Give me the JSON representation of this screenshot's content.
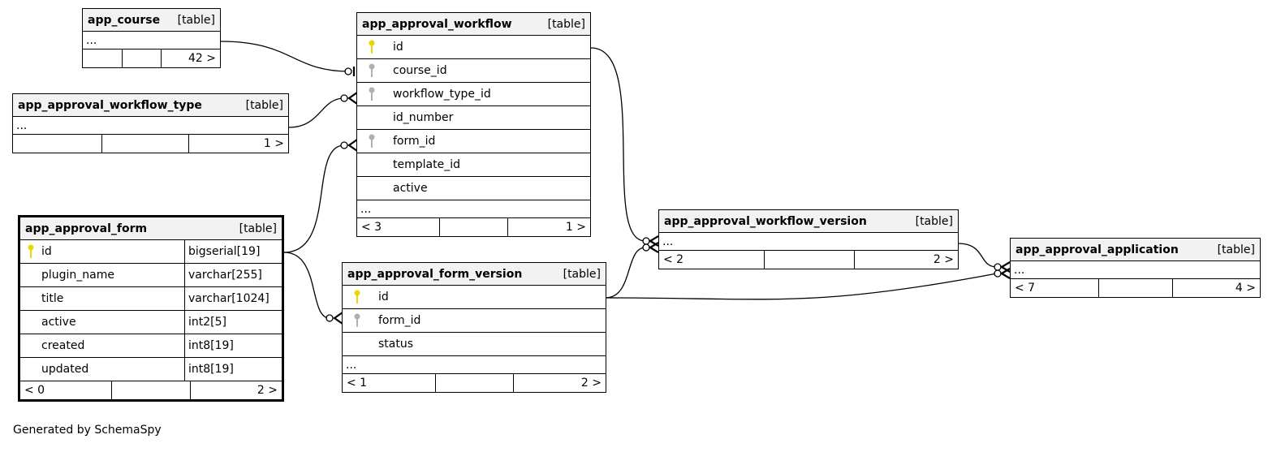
{
  "tables": {
    "course": {
      "name": "app_course",
      "type": "[table]",
      "more": "...",
      "foot": [
        "",
        "",
        "42 >"
      ]
    },
    "workflow_type": {
      "name": "app_approval_workflow_type",
      "type": "[table]",
      "more": "...",
      "foot": [
        "",
        "",
        "1 >"
      ]
    },
    "workflow": {
      "name": "app_approval_workflow",
      "type": "[table]",
      "columns": [
        "id",
        "course_id",
        "workflow_type_id",
        "id_number",
        "form_id",
        "template_id",
        "active"
      ],
      "more": "...",
      "foot": [
        "< 3",
        "",
        "1 >"
      ]
    },
    "form": {
      "name": "app_approval_form",
      "type": "[table]",
      "columns": [
        {
          "name": "id",
          "type": "bigserial[19]"
        },
        {
          "name": "plugin_name",
          "type": "varchar[255]"
        },
        {
          "name": "title",
          "type": "varchar[1024]"
        },
        {
          "name": "active",
          "type": "int2[5]"
        },
        {
          "name": "created",
          "type": "int8[19]"
        },
        {
          "name": "updated",
          "type": "int8[19]"
        }
      ],
      "foot": [
        "< 0",
        "",
        "2 >"
      ]
    },
    "form_version": {
      "name": "app_approval_form_version",
      "type": "[table]",
      "columns": [
        "id",
        "form_id",
        "status"
      ],
      "more": "...",
      "foot": [
        "< 1",
        "",
        "2 >"
      ]
    },
    "workflow_version": {
      "name": "app_approval_workflow_version",
      "type": "[table]",
      "more": "...",
      "foot": [
        "< 2",
        "",
        "2 >"
      ]
    },
    "application": {
      "name": "app_approval_application",
      "type": "[table]",
      "more": "...",
      "foot": [
        "< 7",
        "",
        "4 >"
      ]
    }
  },
  "footer": "Generated by SchemaSpy",
  "colors": {
    "primary_key": "#e8d800",
    "foreign_key": "#b0b0b0",
    "header_bg": "#f2f2f2"
  }
}
